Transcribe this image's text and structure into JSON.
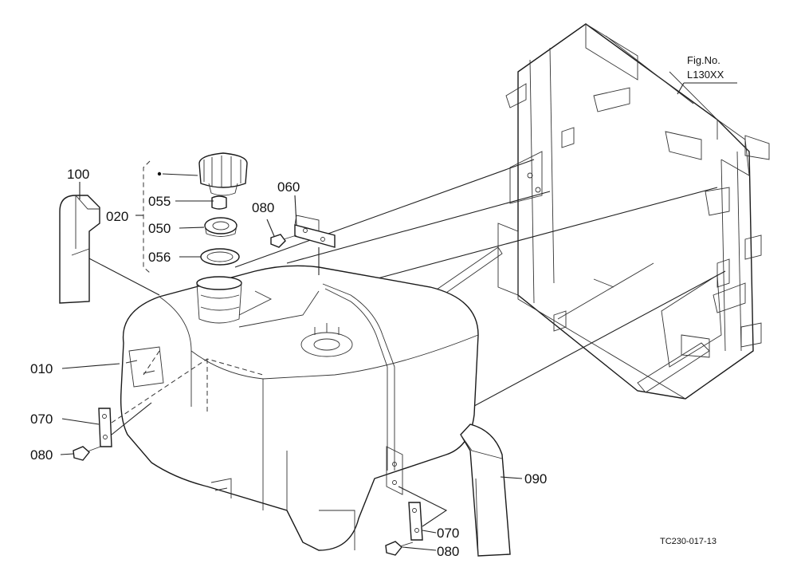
{
  "figure": {
    "fig_no_title": "Fig.No.",
    "fig_no_value": "L130XX",
    "drawing_code": "TC230-017-13"
  },
  "callouts": {
    "c100": "100",
    "c020": "020",
    "c055": "055",
    "c050": "050",
    "c056": "056",
    "c060": "060",
    "c080_top": "080",
    "c010": "010",
    "c070_left": "070",
    "c080_left": "080",
    "c090": "090",
    "c070_bottom": "070",
    "c080_bottom": "080"
  }
}
